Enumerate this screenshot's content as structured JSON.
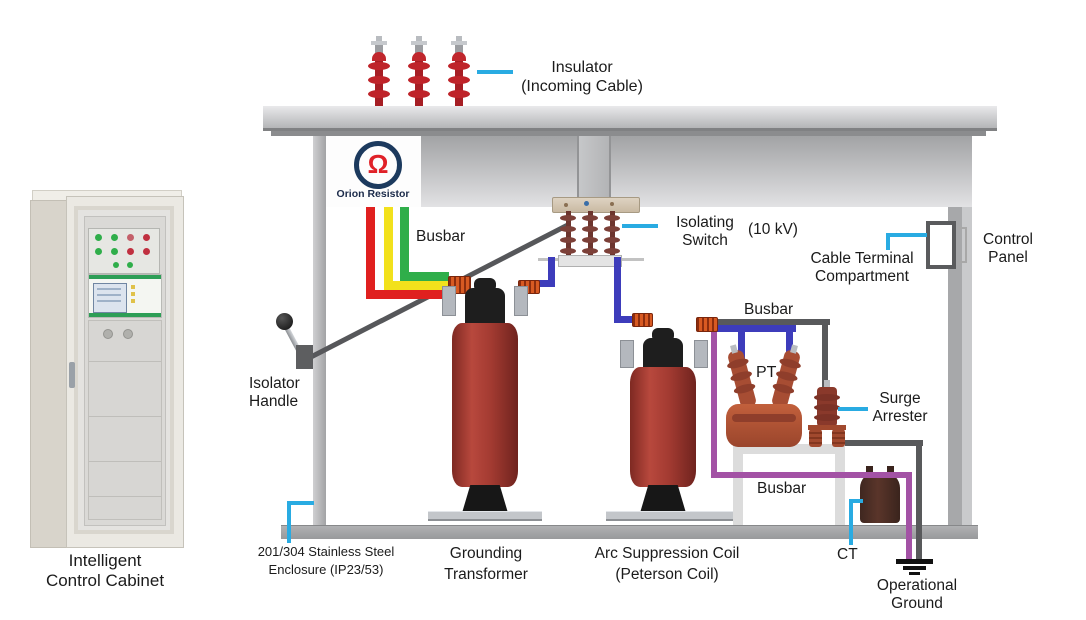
{
  "brand": {
    "symbol": "Ω",
    "name": "Orion Resistor"
  },
  "labels": {
    "insulator": [
      "Insulator",
      "(Incoming Cable)"
    ],
    "busbar_top": "Busbar",
    "isolating_switch": [
      "Isolating",
      "Switch"
    ],
    "isolating_switch_voltage": "(10 kV)",
    "cable_terminal": [
      "Cable Terminal",
      "Compartment"
    ],
    "control_panel": [
      "Control",
      "Panel"
    ],
    "busbar_right": "Busbar",
    "pt": "PT",
    "surge_arrester": [
      "Surge",
      "Arrester"
    ],
    "busbar_frame": "Busbar",
    "ct": "CT",
    "operational_ground": [
      "Operational",
      "Ground"
    ],
    "isolator_handle": [
      "Isolator",
      "Handle"
    ],
    "enclosure_spec": [
      "201/304 Stainless Steel",
      "Enclosure (IP23/53)"
    ],
    "grounding_transformer": [
      "Grounding",
      "Transformer"
    ],
    "arc_suppression_coil": [
      "Arc Suppression Coil",
      "(Peterson Coil)"
    ],
    "intelligent_cabinet": [
      "Intelligent",
      "Control Cabinet"
    ]
  },
  "colors": {
    "leader_line": "#29abe2",
    "busbar_blue": "#3d3cbb",
    "busbar_purple": "#a352a5",
    "busbar_gray": "#58595b",
    "busbar_red": "#e0201f",
    "busbar_yellow": "#f2e11c",
    "busbar_green": "#2fae4a",
    "transformer_red": "#a23a31",
    "insulator_red": "#c0272d",
    "enclosure_gray": "#b9babc",
    "logo_navy": "#1c3a5e",
    "logo_red": "#e02128"
  }
}
